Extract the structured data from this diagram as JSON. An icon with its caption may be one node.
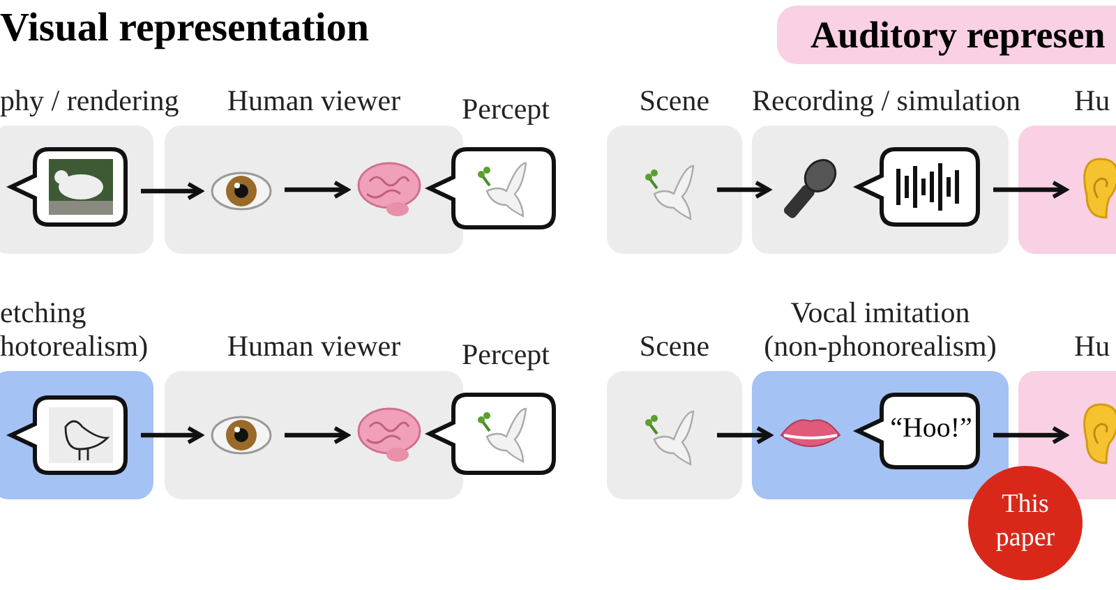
{
  "diagram": {
    "nodes": [
      {
        "text": [
          "phy / rendering"
        ]
      },
      {
        "text": [],
        "shape": "picture",
        "in": 0
      },
      {
        "text": [
          "Human viewer"
        ]
      },
      {
        "text": [],
        "shape": "picture",
        "in": 2
      },
      {
        "text": [],
        "shape": "picture",
        "in": 2
      },
      {
        "text": [
          "Percept"
        ]
      },
      {
        "text": [
          "etching hotorealism)"
        ]
      },
      {
        "text": [],
        "shape": "picture",
        "in": 6
      },
      {
        "text": [
          "Human viewer"
        ]
      },
      {
        "text": [],
        "shape": "picture",
        "in": 8
      },
      {
        "text": [],
        "shape": "picture",
        "in": 8
      },
      {
        "text": [
          "Percept"
        ]
      },
      {
        "text": [
          "Auditory represen"
        ]
      },
      {
        "text": [
          "Scene"
        ]
      },
      {
        "text": [],
        "shape": "picture",
        "in": 13
      },
      {
        "text": [
          "Recording / simulation"
        ]
      },
      {
        "text": [],
        "shape": "picture",
        "in": 15
      },
      {
        "text": [],
        "shape": "picture",
        "in": 15
      },
      {
        "text": [
          "Hu"
        ]
      },
      {
        "text": [],
        "shape": "picture",
        "in": 18
      },
      {
        "text": [
          "Scene"
        ]
      },
      {
        "text": [],
        "shape": "picture",
        "in": 20
      },
      {
        "text": [
          "Vocal imitation (non-phonorealism)"
        ]
      },
      {
        "text": [],
        "shape": "picture",
        "in": 22
      },
      {
        "text": [
          "“Hoo!”"
        ],
        "in": 22
      },
      {
        "text": [
          "Hu"
        ]
      },
      {
        "text": [],
        "shape": "picture",
        "in": 25
      },
      {
        "text": [
          "This paper"
        ]
      }
    ],
    "edges": [
      {
        "from": 1,
        "to": 3,
        "arrow": "to"
      },
      {
        "from": 3,
        "to": 4,
        "arrow": "to"
      },
      {
        "from": 7,
        "to": 9,
        "arrow": "to"
      },
      {
        "from": 9,
        "to": 10,
        "arrow": "to"
      },
      {
        "from": 14,
        "to": 16,
        "arrow": "to"
      },
      {
        "from": 17,
        "to": 19,
        "arrow": "to"
      },
      {
        "from": 21,
        "to": 23,
        "arrow": "to"
      },
      {
        "from": 24,
        "to": 26,
        "arrow": "to"
      }
    ],
    "labels": [
      "Visual representation"
    ]
  }
}
